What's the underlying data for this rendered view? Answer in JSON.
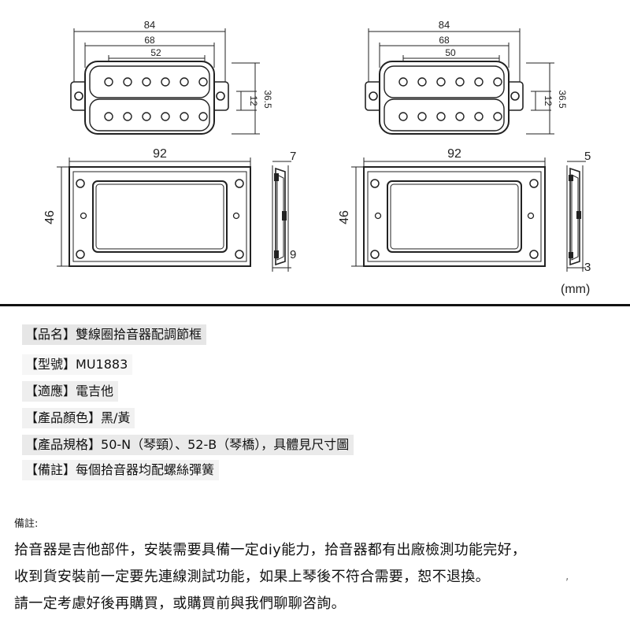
{
  "drawings": {
    "left": {
      "pickup": {
        "overall": "84",
        "spacing_outer": "68",
        "pole_span": "52",
        "coil": "12",
        "height": "36.5"
      },
      "frame": {
        "width": "92",
        "height": "46",
        "side_top": "7",
        "side_bottom": "9"
      }
    },
    "right": {
      "pickup": {
        "overall": "84",
        "spacing_outer": "68",
        "pole_span": "50",
        "coil": "12",
        "height": "36.5"
      },
      "frame": {
        "width": "92",
        "height": "46",
        "side_top": "5",
        "side_bottom": "3"
      }
    },
    "unit": "(mm)"
  },
  "specs": [
    {
      "key": "【品名】",
      "value": "雙線圈拾音器配調節框",
      "bg": "#e6e6e6"
    },
    {
      "key": "【型號】",
      "value": "MU1883",
      "bg": "#f6f6f6"
    },
    {
      "key": "【適應】",
      "value": "電吉他",
      "bg": "#eeeeee"
    },
    {
      "key": "【產品顏色】",
      "value": "黑/黃",
      "bg": "#f1f1f1"
    },
    {
      "key": "【產品規格】",
      "value": "50-N（琴頸）、52-B（琴橋），具體見尺寸圖",
      "bg": "#eaeaea"
    },
    {
      "key": "【備註】",
      "value": "每個拾音器均配螺絲彈簧",
      "bg": "#f3f3f3"
    }
  ],
  "notes": {
    "title": "備註:",
    "lines": [
      "拾音器是吉他部件，安裝需要具備一定diy能力，拾音器都有出廠檢測功能完好，",
      "收到貨安裝前一定要先連線測試功能，如果上琴後不符合需要，恕不退換。",
      "請一定考慮好後再購買，或購買前與我們聊聊咨詢。"
    ],
    "stray_mark": ","
  }
}
